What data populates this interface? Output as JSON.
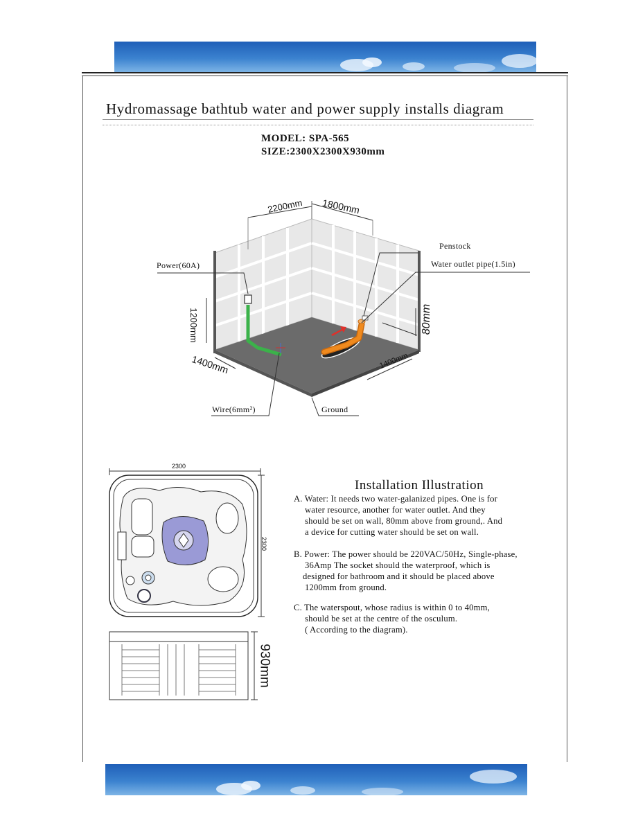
{
  "page": {
    "title": "Hydromassage  bathtub  water and power supply installs diagram",
    "model": "MODEL: SPA-565",
    "size": "SIZE:2300X2300X930mm"
  },
  "diagram": {
    "dim_2200": "2200mm",
    "dim_1800": "1800mm",
    "dim_1200": "1200mm",
    "dim_1400_left": "1400mm",
    "dim_1400_right": "1400mm",
    "dim_80": "80mm",
    "label_power": "Power(60A)",
    "label_penstock": "Penstock",
    "label_outlet": "Water outlet pipe(1.5in)",
    "label_wire": "Wire(6mm²)",
    "label_ground": "Ground"
  },
  "plan": {
    "width": "2300",
    "depth": "2300",
    "height": "930mm"
  },
  "installation": {
    "title": "Installation Illustration",
    "items": [
      {
        "lines": [
          "A. Water: It needs two water-galanized  pipes. One is for",
          "water resource, another for water outlet. And   they",
          "should be set on wall, 80mm above from ground,. And",
          "a device for cutting water should be  set on wall."
        ]
      },
      {
        "lines": [
          "B. Power: The power should be 220VAC/50Hz, Single-phase,",
          "36Amp The socket should the waterproof, which  is",
          "designed for bathroom and  it should be placed above",
          "1200mm from ground."
        ]
      },
      {
        "lines": [
          "C. The waterspout, whose radius is within 0 to 40mm,",
          "should be set at the centre of the osculum.",
          "( According to the diagram)."
        ]
      }
    ]
  },
  "colors": {
    "banner_sky": "#2f6fc4",
    "pipe_orange": "#f08a1e",
    "conduit_green": "#3bb24a",
    "arrow_red": "#e0302a",
    "floor_gray": "#6b6b6b"
  }
}
